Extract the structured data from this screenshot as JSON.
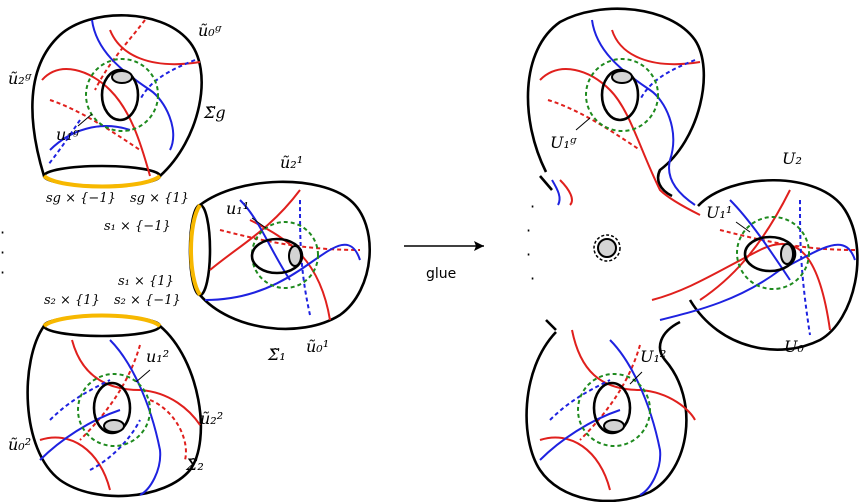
{
  "labels": {
    "u0g": "ũ₀ᵍ",
    "u2g": "ũ₂ᵍ",
    "sigma_g": "Σ̃g",
    "u1g": "u₁ᵍ",
    "sg_m1": "sg × {−1}",
    "sg_p1": "sg × {1}",
    "u2_1": "ũ₂¹",
    "u1_1": "u₁¹",
    "s1_m1": "s₁ × {−1}",
    "s1_p1": "s₁ × {1}",
    "sigma_1": "Σ̃₁",
    "u0_1": "ũ₀¹",
    "s2_p1": "s₂ × {1}",
    "s2_m1": "s₂ × {−1}",
    "u1_2": "u₁²",
    "u2_2": "ũ₂²",
    "u0_2": "ũ₀²",
    "sigma_2": "Σ̃₂",
    "glue": "glue",
    "U1g": "U₁ᵍ",
    "U2": "U₂",
    "U1_1": "U₁¹",
    "U0": "U₀",
    "U1_2": "U₁²"
  },
  "ellipsis": "·  ·  ·",
  "colors": {
    "curve_red": "#e0201d",
    "curve_blue": "#1e22e0",
    "circle_green": "#1e8a1e",
    "boundary_yellow": "#f7b800",
    "hole_fill": "#d4d4d4"
  }
}
